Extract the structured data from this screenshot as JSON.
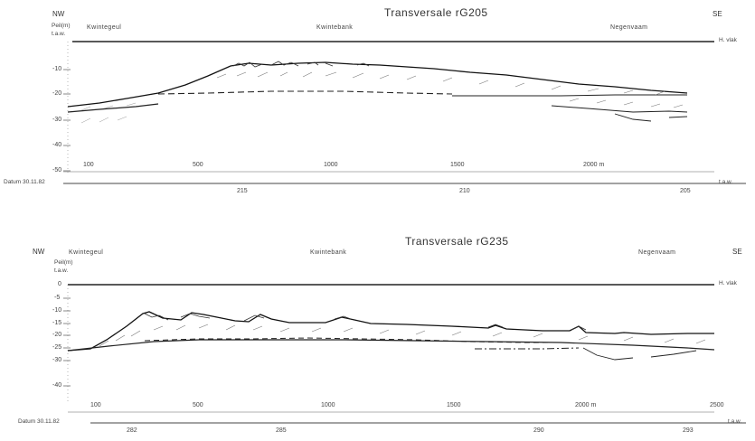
{
  "sections": [
    {
      "title": "Transversale rG205",
      "dir_left": "NW",
      "dir_right": "SE",
      "peil_label": "Peil(m)",
      "taw_label": "t.a.w.",
      "places": [
        "Kwintegeul",
        "Kwintebank",
        "Negenvaam"
      ],
      "depth_ticks": [
        "-10",
        "-20",
        "-30",
        "-40",
        "-50"
      ],
      "distance_ticks": [
        "100",
        "500",
        "1000",
        "1500",
        "2000 m"
      ],
      "datum_label": "Datum 30.11.82",
      "stations": [
        "215",
        "210",
        "205"
      ],
      "hw_label": "H. vlak",
      "taw_right_label": "t.a.w."
    },
    {
      "title": "Transversale rG235",
      "dir_left": "NW",
      "dir_right": "SE",
      "peil_label": "Peil(m)",
      "taw_label": "t.a.w.",
      "places": [
        "Kwintegeul",
        "Kwintebank",
        "Negenvaam"
      ],
      "depth_ticks": [
        "0",
        "-5",
        "-10",
        "-15",
        "-20",
        "-25",
        "-30",
        "-40"
      ],
      "distance_ticks": [
        "100",
        "500",
        "1000",
        "1500",
        "2000 m",
        "2500"
      ],
      "datum_label": "Datum 30.11.82",
      "stations": [
        "282",
        "285",
        "290",
        "293"
      ],
      "hw_label": "H. vlak",
      "taw_right_label": "t.a.w."
    }
  ]
}
